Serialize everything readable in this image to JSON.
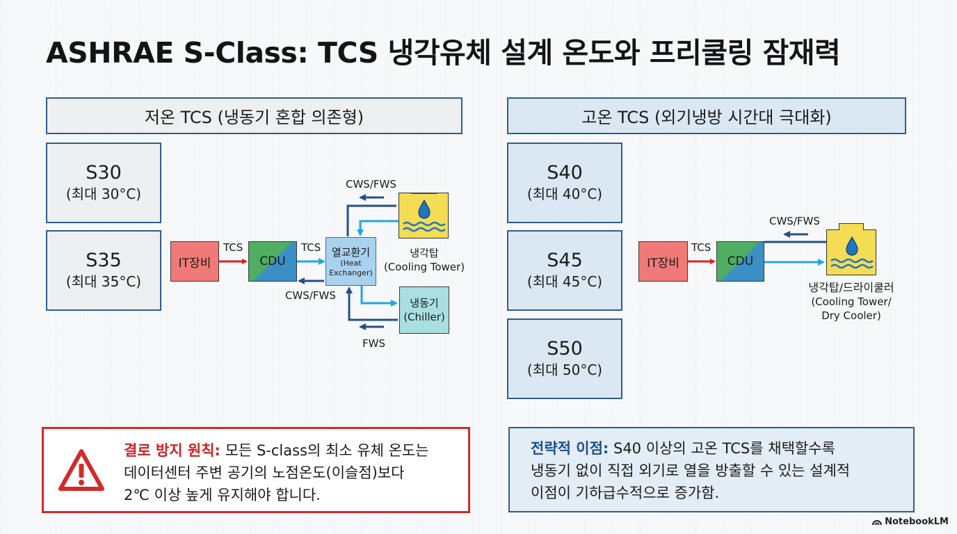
{
  "title": "ASHRAE S-Class: TCS 냉각유체 설계 온도와 프리쿨링 잠재력",
  "left": {
    "header": "저온 TCS (냉동기 혼합 의존형)",
    "classes": [
      {
        "name": "S30",
        "max": "(최대 30°C)"
      },
      {
        "name": "S35",
        "max": "(최대 35°C)"
      }
    ],
    "diagram": {
      "it": "IT장비",
      "cdu": "CDU",
      "tcs1": "TCS",
      "tcs2": "TCS",
      "hx_main": "열교환기",
      "hx_en1": "(Heat",
      "hx_en2": "Exchanger)",
      "cws_top": "CWS/FWS",
      "cws_bottom": "CWS/FWS",
      "fws": "FWS",
      "tower_ko": "냉각탑",
      "tower_en": "(Cooling Tower)",
      "chiller_ko": "냉동기",
      "chiller_en": "(Chiller)"
    }
  },
  "right": {
    "header": "고온 TCS (외기냉방 시간대 극대화)",
    "classes": [
      {
        "name": "S40",
        "max": "(최대 40°C)"
      },
      {
        "name": "S45",
        "max": "(최대 45°C)"
      },
      {
        "name": "S50",
        "max": "(최대 50°C)"
      }
    ],
    "diagram": {
      "it": "IT장비",
      "cdu": "CDU",
      "tcs": "TCS",
      "cws": "CWS/FWS",
      "tower_ko": "냉각탑/드라이쿨러",
      "tower_en1": "(Cooling Tower/",
      "tower_en2": "Dry Cooler)"
    }
  },
  "alert": {
    "keyword": "결로 방지 원칙:",
    "line1": " 모든 S-class의 최소 유체 온도는",
    "line2": "데이터센터 주변 공기의 노점온도(이슬점)보다",
    "line3": "2℃ 이상 높게 유지해야 합니다."
  },
  "benefit": {
    "keyword": "전략적 이점:",
    "line1": "  S40 이상의 고온 TCS를 채택할수록",
    "line2": "냉동기 없이 직접 외기로 열을 방출할 수 있는 설계적",
    "line3": "이점이 기하급수적으로 증가함."
  },
  "brand": "NotebookLM",
  "colors": {
    "border_blue": "#2d5d8f",
    "alert_red": "#d32a2a",
    "arrow_red": "#e02020",
    "arrow_cyan": "#1fa8e0",
    "arrow_navy": "#24508a"
  }
}
